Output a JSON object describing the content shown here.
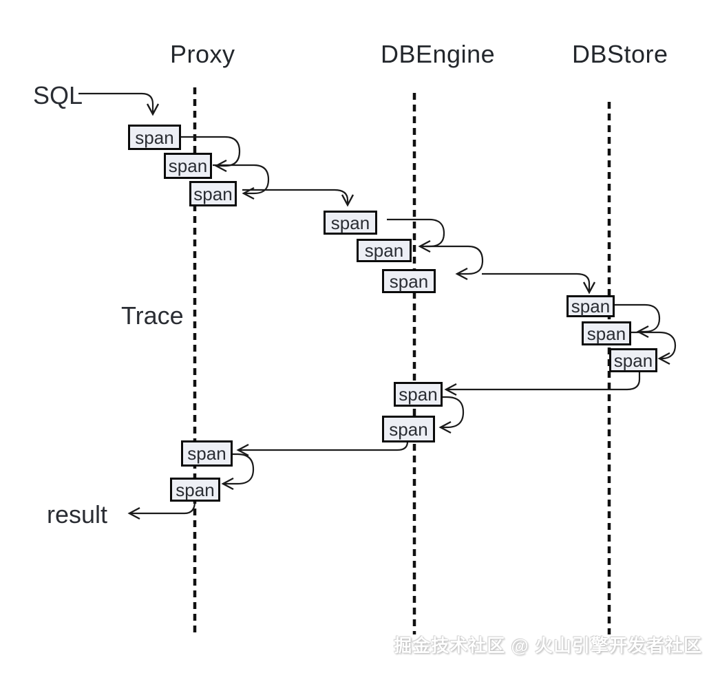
{
  "diagram": {
    "title_none": "",
    "lanes": [
      {
        "name": "Proxy"
      },
      {
        "name": "DBEngine"
      },
      {
        "name": "DBStore"
      }
    ],
    "labels": {
      "input": "SQL",
      "trace": "Trace",
      "output": "result"
    },
    "spans": [
      {
        "lane": "Proxy",
        "phase": "request",
        "label": "span"
      },
      {
        "lane": "Proxy",
        "phase": "request",
        "label": "span"
      },
      {
        "lane": "Proxy",
        "phase": "request",
        "label": "span"
      },
      {
        "lane": "DBEngine",
        "phase": "request",
        "label": "span"
      },
      {
        "lane": "DBEngine",
        "phase": "request",
        "label": "span"
      },
      {
        "lane": "DBEngine",
        "phase": "request",
        "label": "span"
      },
      {
        "lane": "DBStore",
        "phase": "request",
        "label": "span"
      },
      {
        "lane": "DBStore",
        "phase": "request",
        "label": "span"
      },
      {
        "lane": "DBStore",
        "phase": "request",
        "label": "span"
      },
      {
        "lane": "DBEngine",
        "phase": "response",
        "label": "span"
      },
      {
        "lane": "DBEngine",
        "phase": "response",
        "label": "span"
      },
      {
        "lane": "Proxy",
        "phase": "response",
        "label": "span"
      },
      {
        "lane": "Proxy",
        "phase": "response",
        "label": "span"
      }
    ],
    "watermark": "掘金技术社区 @ 火山引擎开发者社区",
    "colors": {
      "background": "#ffffff",
      "line": "#1a1a1a",
      "lifeline": "#111111",
      "span_fill": "#edeff5",
      "span_border": "#0a0a0a",
      "text": "#23272c",
      "watermark_text": "#ffffff",
      "watermark_shadow": "#c4c4c4"
    }
  }
}
